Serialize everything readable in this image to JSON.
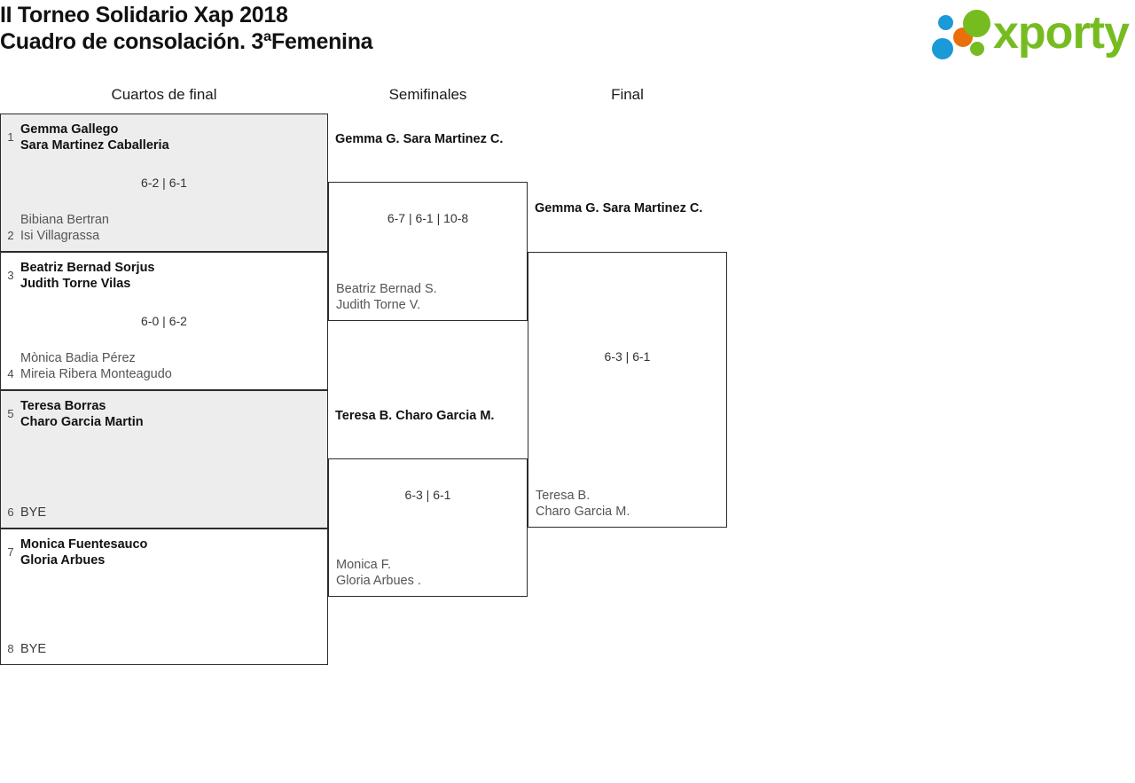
{
  "header": {
    "title_line1": "II Torneo Solidario Xap 2018",
    "title_line2": "Cuadro de consolación. 3ªFemenina"
  },
  "logo": {
    "wordmark": "xporty",
    "colors": {
      "green": "#76bc21",
      "blue": "#1a9ad7",
      "orange": "#e8700a"
    }
  },
  "rounds": [
    {
      "label": "Cuartos de final"
    },
    {
      "label": "Semifinales"
    },
    {
      "label": "Final"
    }
  ],
  "bracket": {
    "quarterfinals": [
      {
        "shaded": true,
        "top": {
          "seed": "1",
          "line1": "Gemma Gallego",
          "line2": "Sara Martinez Caballeria",
          "result": "winner"
        },
        "bottom": {
          "seed": "2",
          "line1": "Bibiana Bertran",
          "line2": "Isi Villagrassa",
          "result": "loser"
        },
        "score": "6-2 | 6-1"
      },
      {
        "shaded": false,
        "top": {
          "seed": "3",
          "line1": "Beatriz Bernad Sorjus",
          "line2": "Judith Torne Vilas",
          "result": "winner"
        },
        "bottom": {
          "seed": "4",
          "line1": "Mònica Badia Pérez",
          "line2": "Mireia Ribera Monteagudo",
          "result": "loser"
        },
        "score": "6-0 | 6-2"
      },
      {
        "shaded": true,
        "top": {
          "seed": "5",
          "line1": "Teresa Borras",
          "line2": "Charo Garcia Martin",
          "result": "winner"
        },
        "bottom": {
          "seed": "6",
          "line1": "BYE",
          "line2": "",
          "result": "bye"
        },
        "score": ""
      },
      {
        "shaded": false,
        "top": {
          "seed": "7",
          "line1": "Monica Fuentesauco",
          "line2": "Gloria Arbues",
          "result": "winner"
        },
        "bottom": {
          "seed": "8",
          "line1": "BYE",
          "line2": "",
          "result": "bye"
        },
        "score": ""
      }
    ],
    "semifinals": [
      {
        "top": {
          "line1": "Gemma G.",
          "line2": "Sara Martinez C.",
          "result": "winner"
        },
        "bottom": {
          "line1": "Beatriz Bernad S.",
          "line2": "Judith Torne V.",
          "result": "loser"
        },
        "score": "6-7 | 6-1 | 10-8"
      },
      {
        "top": {
          "line1": "Teresa B.",
          "line2": "Charo Garcia M.",
          "result": "winner"
        },
        "bottom": {
          "line1": "Monica F.",
          "line2": "Gloria Arbues .",
          "result": "loser"
        },
        "score": "6-3 | 6-1"
      }
    ],
    "final": [
      {
        "top": {
          "line1": "Gemma G.",
          "line2": "Sara Martinez C.",
          "result": "winner"
        },
        "bottom": {
          "line1": "Teresa B.",
          "line2": "Charo Garcia M.",
          "result": "loser"
        },
        "score": "6-3 | 6-1"
      }
    ]
  }
}
